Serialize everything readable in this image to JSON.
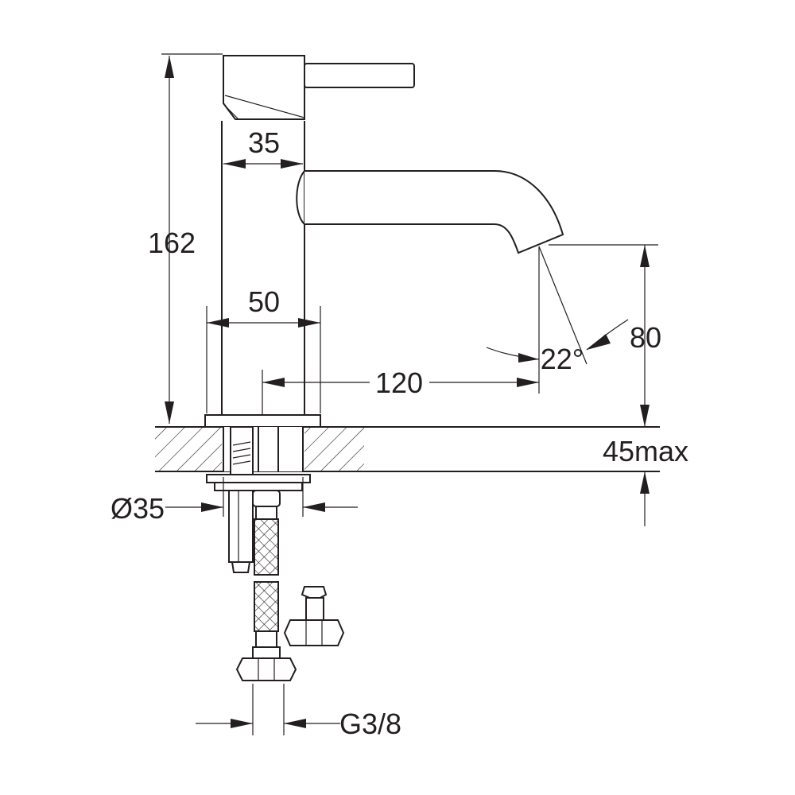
{
  "drawing": {
    "dimensions": {
      "total_height": "162",
      "body_diameter": "35",
      "base_width": "50",
      "spout_reach": "120",
      "spout_height": "80",
      "spout_angle": "22°",
      "counter_thickness": "45max",
      "hole_diameter": "Ø35",
      "connection_thread": "G3/8"
    }
  }
}
